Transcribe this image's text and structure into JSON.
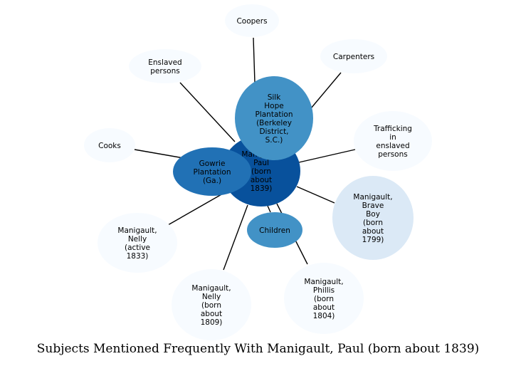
{
  "caption": "Subjects Mentioned Frequently With Manigault, Paul (born about 1839)",
  "center_node": {
    "id": "manigault-paul",
    "lines": [
      "Manigault,",
      "Paul",
      "(born",
      "about",
      "1839)"
    ],
    "color": "#08519c"
  },
  "nodes": [
    {
      "id": "coopers",
      "lines": [
        "Coopers"
      ],
      "color": "#f7fbff"
    },
    {
      "id": "carpenters",
      "lines": [
        "Carpenters"
      ],
      "color": "#f7fbff"
    },
    {
      "id": "enslaved-persons",
      "lines": [
        "Enslaved",
        "persons"
      ],
      "color": "#f7fbff"
    },
    {
      "id": "cooks",
      "lines": [
        "Cooks"
      ],
      "color": "#f7fbff"
    },
    {
      "id": "trafficking",
      "lines": [
        "Trafficking",
        "in",
        "enslaved",
        "persons"
      ],
      "color": "#f7fbff"
    },
    {
      "id": "brave-boy",
      "lines": [
        "Manigault,",
        "Brave",
        "Boy",
        "(born",
        "about",
        "1799)"
      ],
      "color": "#dbe9f6"
    },
    {
      "id": "nelly-active",
      "lines": [
        "Manigault,",
        "Nelly",
        "(active",
        "1833)"
      ],
      "color": "#f7fbff"
    },
    {
      "id": "nelly-born",
      "lines": [
        "Manigault,",
        "Nelly",
        "(born",
        "about",
        "1809)"
      ],
      "color": "#f7fbff"
    },
    {
      "id": "phillis",
      "lines": [
        "Manigault,",
        "Phillis",
        "(born",
        "about",
        "1804)"
      ],
      "color": "#f7fbff"
    },
    {
      "id": "children",
      "lines": [
        "Children"
      ],
      "color": "#4292c6"
    },
    {
      "id": "gowrie",
      "lines": [
        "Gowrie",
        "Plantation",
        "(Ga.)"
      ],
      "color": "#2171b5"
    },
    {
      "id": "silk-hope",
      "lines": [
        "Silk",
        "Hope",
        "Plantation",
        "(Berkeley",
        "District,",
        "S.C.)"
      ],
      "color": "#4292c6"
    }
  ]
}
